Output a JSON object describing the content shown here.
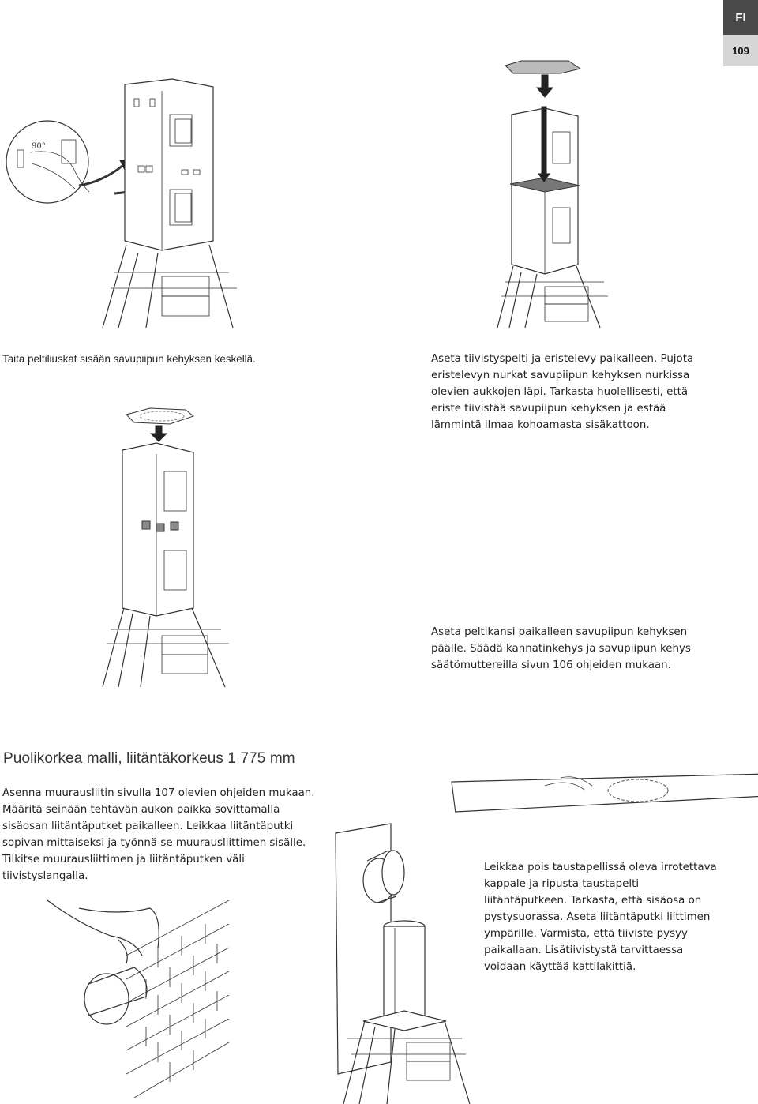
{
  "page": {
    "lang_tab": "FI",
    "page_number": "109"
  },
  "steps": {
    "step1_caption": "Taita peltiliuskat sisään savupiipun kehyksen keskellä.",
    "step1_angle_label": "90°",
    "step2_caption": "Aseta tiivistyspelti ja eristelevy paikalleen. Pujota eristelevyn nurkat savupiipun kehyksen nurkissa olevien aukkojen läpi. Tarkasta huolellisesti, että eriste tiivistää savupiipun kehyksen ja estää lämmintä ilmaa kohoamasta sisäkattoon.",
    "step3_caption": "Aseta peltikansi paikalleen savupiipun kehyksen päälle. Säädä kannatinkehys ja savupiipun kehys säätömuttereilla sivun 106 ohjeiden mukaan."
  },
  "section": {
    "heading": "Puolikorkea malli, liitäntäkorkeus 1 775 mm",
    "intro_text": "Asenna muurausliitin sivulla 107 olevien ohjeiden mukaan. Määritä seinään tehtävän aukon paikka sovittamalla sisäosan liitäntäputket paikalleen. Leikkaa liitäntäputki sopivan mittaiseksi ja työnnä se muurausliittimen sisälle. Tilkitse muurausliittimen ja liitäntäputken väli tiivistyslangalla.",
    "step4_caption": "Leikkaa pois taustapellissä oleva irrotettava kappale ja ripusta taustapelti liitäntäputkeen. Tarkasta, että sisäosa on pystysuorassa. Aseta liitäntäputki liittimen ympärille. Varmista, että tiiviste pysyy paikallaan. Lisätiivistystä tarvittaessa voidaan käyttää kattilakittiä."
  },
  "icons": {
    "tower_illustration": "chimney-frame-illustration",
    "arrow": "arrow-icon"
  }
}
